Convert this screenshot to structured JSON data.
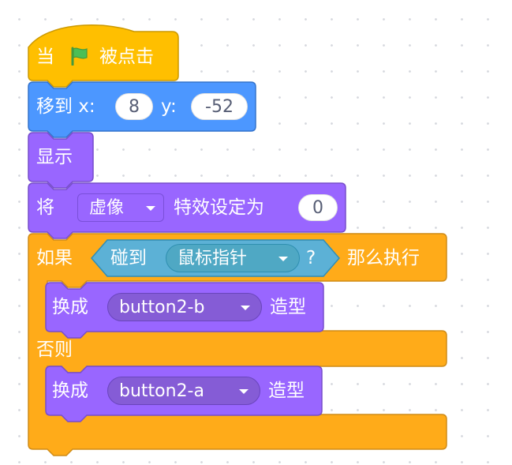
{
  "colors": {
    "events": "#ffbf00",
    "motion": "#4c97ff",
    "looks": "#9966ff",
    "control": "#ffab19",
    "sensing": "#5cb1d6",
    "flag": "#4cbf56"
  },
  "icons": {
    "green_flag": "green-flag-icon",
    "dropdown_caret": "chevron-down-icon"
  },
  "hat_block": {
    "prefix": "当",
    "suffix": "被点击"
  },
  "goto_block": {
    "label": "移到 x:",
    "x_value": "8",
    "y_label": "y:",
    "y_value": "-52"
  },
  "show_block": {
    "label": "显示"
  },
  "effect_block": {
    "label": "将",
    "effect": "虚像",
    "suffix": "特效设定为",
    "value": "0"
  },
  "if_else_block": {
    "if_label": "如果",
    "then_label": "那么执行",
    "else_label": "否则",
    "condition": {
      "label": "碰到",
      "target": "鼠标指针",
      "suffix": "?"
    }
  },
  "switch_costume_if": {
    "label": "换成",
    "costume": "button2-b",
    "suffix": "造型"
  },
  "switch_costume_else": {
    "label": "换成",
    "costume": "button2-a",
    "suffix": "造型"
  }
}
